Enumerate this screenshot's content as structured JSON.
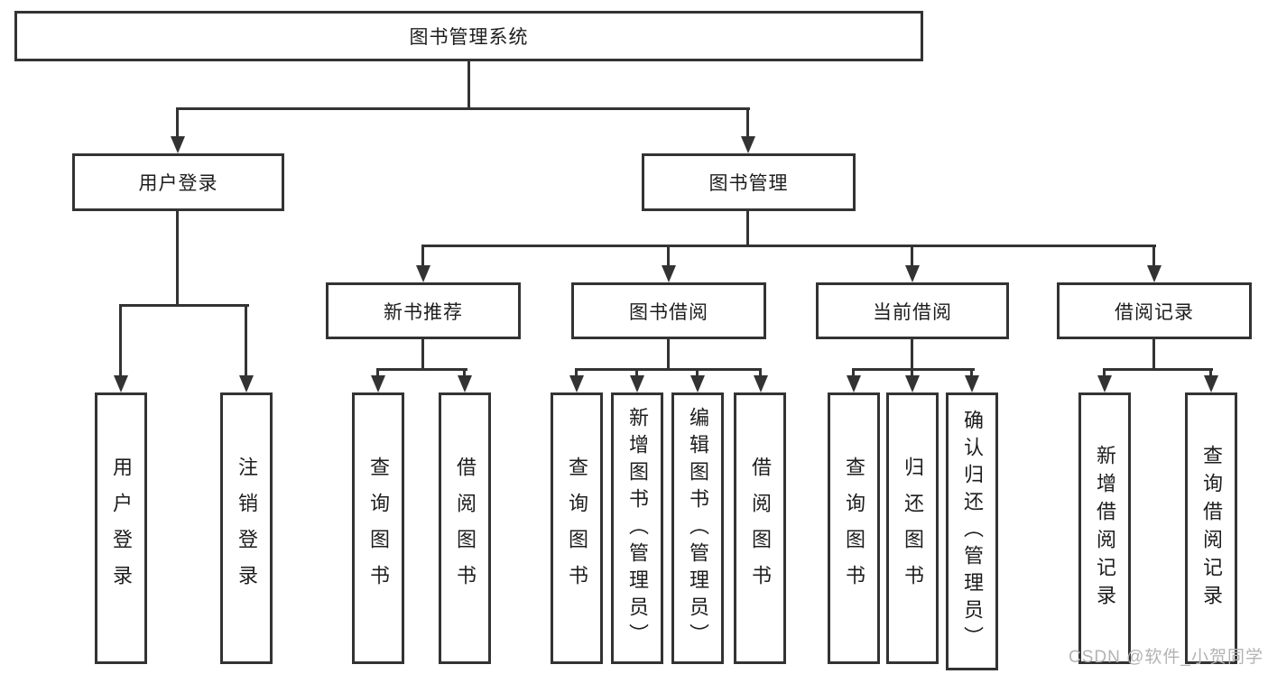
{
  "diagram": {
    "root": {
      "label": "图书管理系统"
    },
    "level2": [
      {
        "id": "user-login",
        "label": "用户登录"
      },
      {
        "id": "book-management",
        "label": "图书管理"
      }
    ],
    "level3": [
      {
        "id": "new-book-recommend",
        "label": "新书推荐"
      },
      {
        "id": "book-borrow",
        "label": "图书借阅"
      },
      {
        "id": "current-borrow",
        "label": "当前借阅"
      },
      {
        "id": "borrow-records",
        "label": "借阅记录"
      }
    ],
    "leaves": [
      {
        "id": "user-login-leaf",
        "label": "用户登录"
      },
      {
        "id": "logout",
        "label": "注销登录"
      },
      {
        "id": "query-books-1",
        "label": "查询图书"
      },
      {
        "id": "borrow-books-1",
        "label": "借阅图书"
      },
      {
        "id": "query-books-2",
        "label": "查询图书"
      },
      {
        "id": "add-books-admin",
        "label": "新增图书（管理员）"
      },
      {
        "id": "edit-books-admin",
        "label": "编辑图书（管理员）"
      },
      {
        "id": "borrow-books-2",
        "label": "借阅图书"
      },
      {
        "id": "query-books-3",
        "label": "查询图书"
      },
      {
        "id": "return-books",
        "label": "归还图书"
      },
      {
        "id": "confirm-return-admin",
        "label": "确认归还（管理员）"
      },
      {
        "id": "add-borrow-record",
        "label": "新增借阅记录"
      },
      {
        "id": "query-borrow-record",
        "label": "查询借阅记录"
      }
    ]
  },
  "watermark": {
    "text": "CSDN @软件_小贺同学"
  },
  "colors": {
    "line": "#333333",
    "text": "#1d1d1d",
    "background": "#ffffff",
    "watermark": "#b3b3b3"
  }
}
